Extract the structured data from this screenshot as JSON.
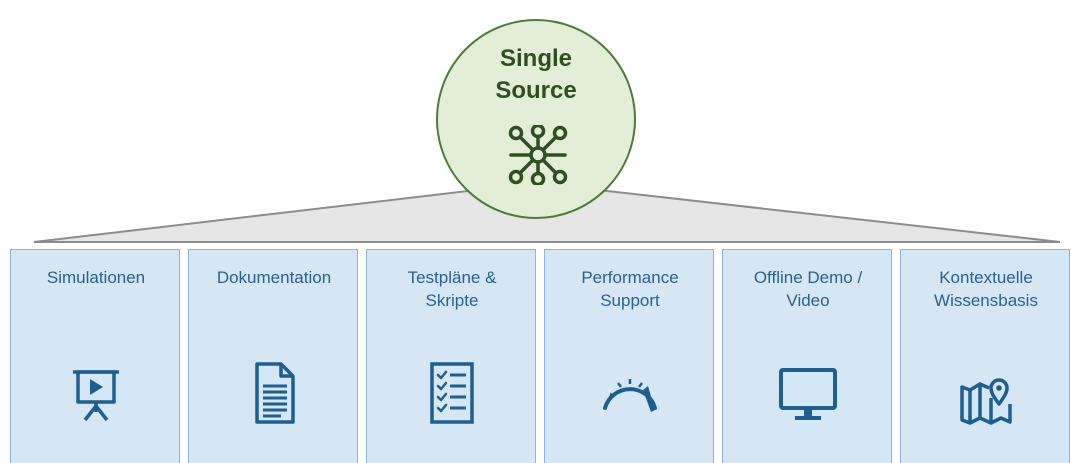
{
  "hub": {
    "title_lines": [
      "Single",
      "Source"
    ],
    "icon": "network-hub-icon"
  },
  "cards": [
    {
      "id": "simulationen",
      "lines": [
        "Simulationen"
      ],
      "icon": "presentation-play-icon"
    },
    {
      "id": "dokumentation",
      "lines": [
        "Dokumentation"
      ],
      "icon": "document-icon"
    },
    {
      "id": "testplaene",
      "lines": [
        "Testpläne &",
        "Skripte"
      ],
      "icon": "checklist-icon"
    },
    {
      "id": "performance",
      "lines": [
        "Performance",
        "Support"
      ],
      "icon": "gauge-icon"
    },
    {
      "id": "offline",
      "lines": [
        "Offline Demo /",
        "Video"
      ],
      "icon": "monitor-icon"
    },
    {
      "id": "wissensbasis",
      "lines": [
        "Kontextuelle",
        "Wissensbasis"
      ],
      "icon": "map-pin-icon"
    }
  ],
  "colors": {
    "hub_fill": "#e3eed6",
    "hub_stroke": "#4e7a3a",
    "hub_text": "#2f4f22",
    "card_fill": "#d5e6f5",
    "card_stroke": "#8fb6d8",
    "card_text": "#2a6190",
    "icon_color": "#1f5f8f",
    "roof_fill": "#e6e6e6",
    "roof_stroke": "#8c8c8c"
  }
}
